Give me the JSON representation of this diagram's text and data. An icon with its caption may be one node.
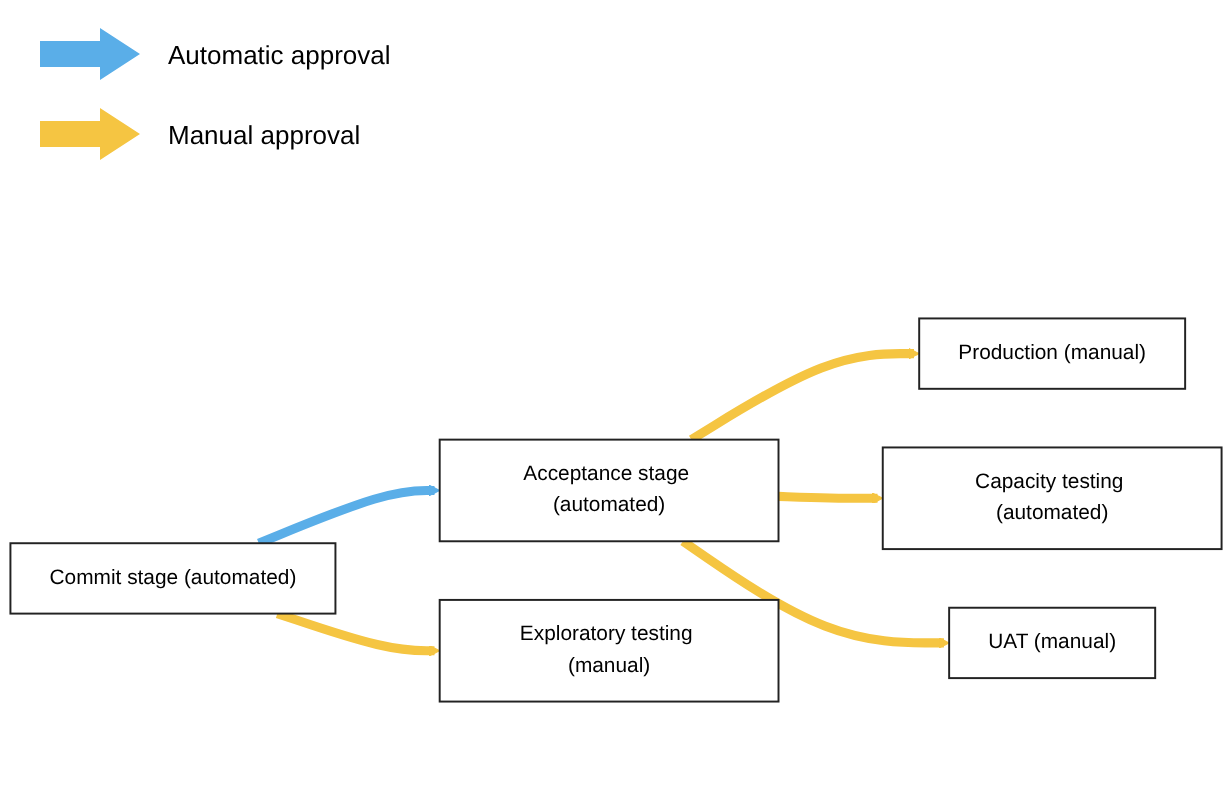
{
  "diagram": {
    "nodes": [
      {
        "text": [
          "Commit stage (automated)"
        ]
      },
      {
        "text": [
          "Acceptance stage (automated)"
        ]
      },
      {
        "text": [
          "Exploratory testing (manual)"
        ]
      },
      {
        "text": [
          "Production (manual)"
        ]
      },
      {
        "text": [
          "Capacity testing (automated)"
        ]
      },
      {
        "text": [
          "UAT (manual)"
        ]
      }
    ],
    "edges": [
      {
        "from": 0,
        "to": 1,
        "arrow": "to",
        "color": "#5aaee8"
      },
      {
        "from": 0,
        "to": 2,
        "arrow": "to"
      },
      {
        "from": 1,
        "to": 3,
        "arrow": "to"
      },
      {
        "from": 1,
        "to": 4,
        "arrow": "to"
      },
      {
        "from": 1,
        "to": 5,
        "arrow": "to"
      }
    ],
    "legend": [
      {
        "text": "Automatic approval",
        "color": "#5aaee8"
      },
      {
        "text": "Manual approval",
        "color": "#f5c542"
      }
    ]
  }
}
